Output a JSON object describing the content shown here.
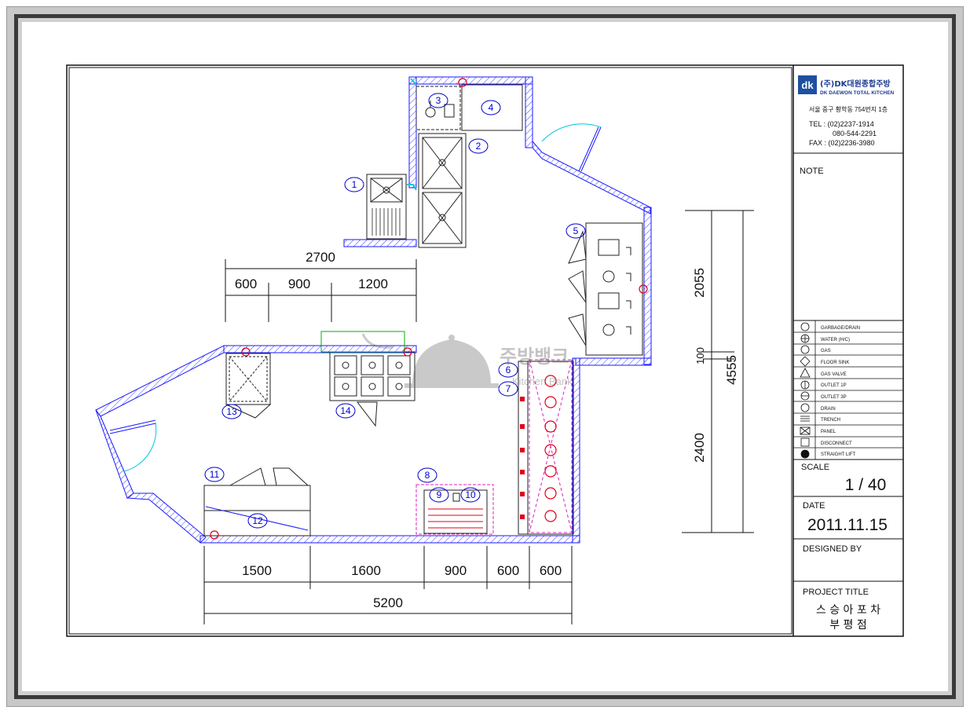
{
  "title_block": {
    "company_kr": "(주)DK대원종합주방",
    "company_en": "DK DAEWON TOTAL KITCHEN",
    "logo_text": "dk",
    "address": "서울 중구 황학동 754번지 1층",
    "tel_line1": "TEL : (02)2237-1914",
    "tel_line2": "080-544-2291",
    "fax_line": "FAX : (02)2236-3980",
    "note_label": "NOTE",
    "legend": [
      {
        "icon": "circle-icon",
        "label": "GARBAGE/DRAIN"
      },
      {
        "icon": "hatched-circle-icon",
        "label": "WATER (H/C)"
      },
      {
        "icon": "circle-cross-icon",
        "label": "GAS"
      },
      {
        "icon": "diamond-icon",
        "label": "FLOOR SINK"
      },
      {
        "icon": "triangle-icon",
        "label": "GAS VALVE"
      },
      {
        "icon": "circle-line-icon",
        "label": "OUTLET 1P"
      },
      {
        "icon": "circle-double-icon",
        "label": "OUTLET 3P"
      },
      {
        "icon": "circle-s-icon",
        "label": "DRAIN"
      },
      {
        "icon": "grate-icon",
        "label": "TRENCH"
      },
      {
        "icon": "box-x-icon",
        "label": "PANEL"
      },
      {
        "icon": "box-d-icon",
        "label": "DISCONNECT"
      },
      {
        "icon": "filled-circle-icon",
        "label": "STRAIGHT LIFT"
      }
    ],
    "scale_label": "SCALE",
    "scale_value": "1 / 40",
    "date_label": "DATE",
    "date_value": "2011.11.15",
    "designed_label": "DESIGNED BY",
    "project_label": "PROJECT TITLE",
    "project_line1": "스 승 아 포 차",
    "project_line2": "부 평 점"
  },
  "dimensions": {
    "top_total": "2700",
    "top_parts": [
      "600",
      "900",
      "1200"
    ],
    "right_total": "4555",
    "right_parts": [
      "2055",
      "100",
      "2400"
    ],
    "bottom_parts": [
      "1500",
      "1600",
      "900",
      "600",
      "600"
    ],
    "bottom_total": "5200"
  },
  "equipment_labels": [
    "1",
    "2",
    "3",
    "4",
    "5",
    "6",
    "7",
    "8",
    "9",
    "10",
    "11",
    "12",
    "13",
    "14"
  ],
  "watermark": {
    "text_kr": "주방뱅크",
    "text_en": "Kitchen Bank"
  },
  "colors": {
    "wall": "#1a1aff",
    "label_circle": "#0000cc",
    "outlet_red": "#e0001a",
    "pink_dash": "#e020c0",
    "cyan": "#00c8e0",
    "green": "#00b000"
  }
}
